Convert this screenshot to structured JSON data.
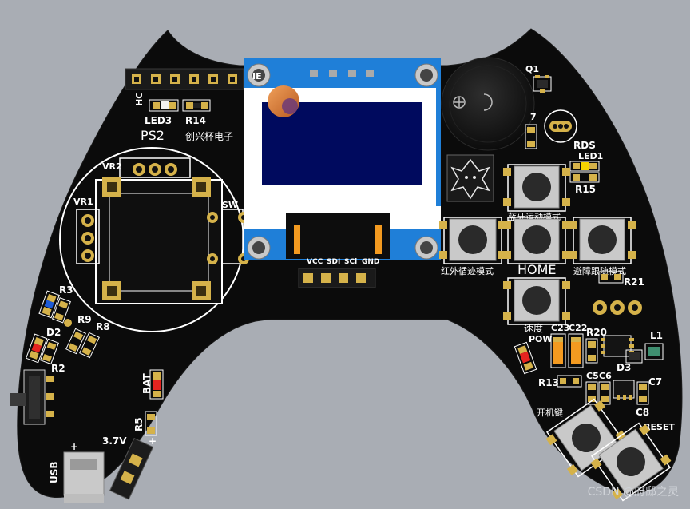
{
  "board": {
    "colors": {
      "background": "#a9adb4",
      "pcb": "#0b0b0b",
      "silkscreen": "#ffffff",
      "gold": "#d5b24a",
      "oled_blue": "#1f7fd8",
      "oled_screen": "#000a5e",
      "orange": "#f39a20",
      "led_red": "#e52420",
      "led_blue": "#1e5bd6",
      "led_yellow": "#f5d400"
    },
    "labels": {
      "ps2": "PS2",
      "brand": "创兴杯电子",
      "vr1": "VR1",
      "vr2": "VR2",
      "sw_stub": "SW",
      "hc_stub": "HC",
      "led3": "LED3",
      "r14": "R14",
      "r3": "R3",
      "d2": "D2",
      "r9": "R9",
      "r8": "R8",
      "r2": "R2",
      "bat": "BAT",
      "r5": "R5",
      "battery_voltage": "3.7V",
      "battery_plus": "+",
      "usb": "USB",
      "q1": "Q1",
      "r7_stub": "7",
      "rds": "RDS",
      "led1": "LED1",
      "r15": "R15",
      "bluetooth_mode": "蓝牙运动模式",
      "infrared_mode": "红外循迹模式",
      "home": "HOME",
      "avoid_mode": "避障跟随模式",
      "r21": "R21",
      "speed": "速度",
      "c23": "C23",
      "c22": "C22",
      "r20": "R20",
      "l1": "L1",
      "pow": "POW",
      "d3": "D3",
      "r13": "R13",
      "c5": "C5",
      "c6": "C6",
      "c7": "C7",
      "c8": "C8",
      "power_key": "开机键",
      "reset": "RESET",
      "oled_corner": "IE"
    },
    "oled_pins": [
      "VCC",
      "SDI",
      "SCl",
      "GND"
    ],
    "watermark": "CSDN @府邸之灵"
  }
}
